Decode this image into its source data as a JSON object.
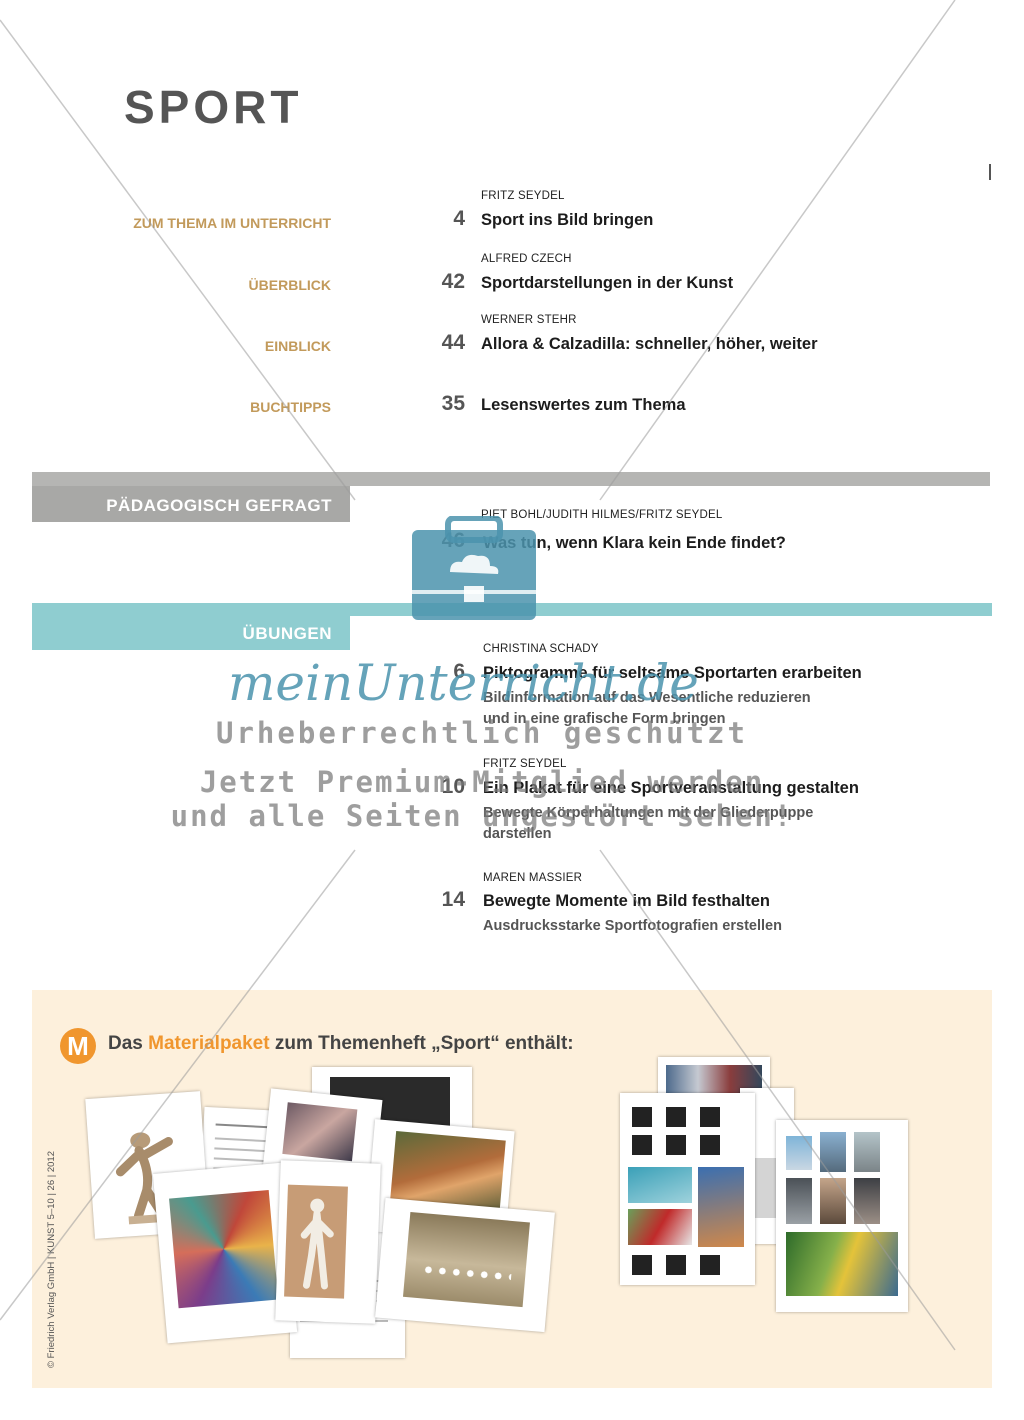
{
  "title": "SPORT",
  "sections": [
    {
      "label": "ZUM THEMA IM UNTERRICHT",
      "page": "4",
      "author": "FRITZ SEYDEL",
      "heading": "Sport ins Bild bringen"
    },
    {
      "label": "ÜBERBLICK",
      "page": "42",
      "author": "ALFRED CZECH",
      "heading": "Sportdarstellungen in der Kunst"
    },
    {
      "label": "EINBLICK",
      "page": "44",
      "author": "WERNER STEHR",
      "heading": "Allora & Calzadilla: schneller, höher, weiter"
    },
    {
      "label": "BUCHTIPPS",
      "page": "35",
      "heading": "Lesenswertes zum Thema"
    }
  ],
  "paedagogisch": {
    "label": "PÄDAGOGISCH GEFRAGT",
    "page": "46",
    "author": "PIET BOHL/JUDITH HILMES/FRITZ SEYDEL",
    "heading": "Was tun, wenn Klara kein Ende findet?"
  },
  "uebungen": {
    "label": "ÜBUNGEN",
    "items": [
      {
        "page": "6",
        "author": "CHRISTINA SCHADY",
        "heading": "Piktogramme für seltsame Sportarten erarbeiten",
        "sub1": "Bildinformation auf das Wesentliche reduzieren",
        "sub2": "und in eine grafische Form bringen"
      },
      {
        "page": "10",
        "author": "FRITZ SEYDEL",
        "heading": "Ein Plakat für eine Sportveranstaltung gestalten",
        "sub1": "Bewegte Körperhaltungen mit der Gliederpuppe",
        "sub2": "darstellen"
      },
      {
        "page": "14",
        "author": "MAREN MASSIER",
        "heading": "Bewegte Momente im Bild festhalten",
        "sub1": "Ausdrucksstarke Sportfotografien erstellen"
      }
    ]
  },
  "watermark": {
    "brand": "meinUnterricht.de",
    "line1": "Urheberrechtlich geschützt",
    "line2": "Jetzt Premium-Mitglied werden",
    "line3": "und alle Seiten ungestört sehen!"
  },
  "materialpaket": {
    "logo": "M",
    "prefix": "Das ",
    "highlight": "Materialpaket",
    "suffix": " zum Themenheft „Sport“ enthält:"
  },
  "copyright": "© Friedrich Verlag GmbH | KUNST 5–10 | 26 | 2012",
  "colors": {
    "section_label": "#c29a5b",
    "grey_band": "#a8a8a6",
    "teal_band": "#8fcdd0",
    "orange": "#f0962e",
    "material_bg": "#fdf0dc"
  }
}
